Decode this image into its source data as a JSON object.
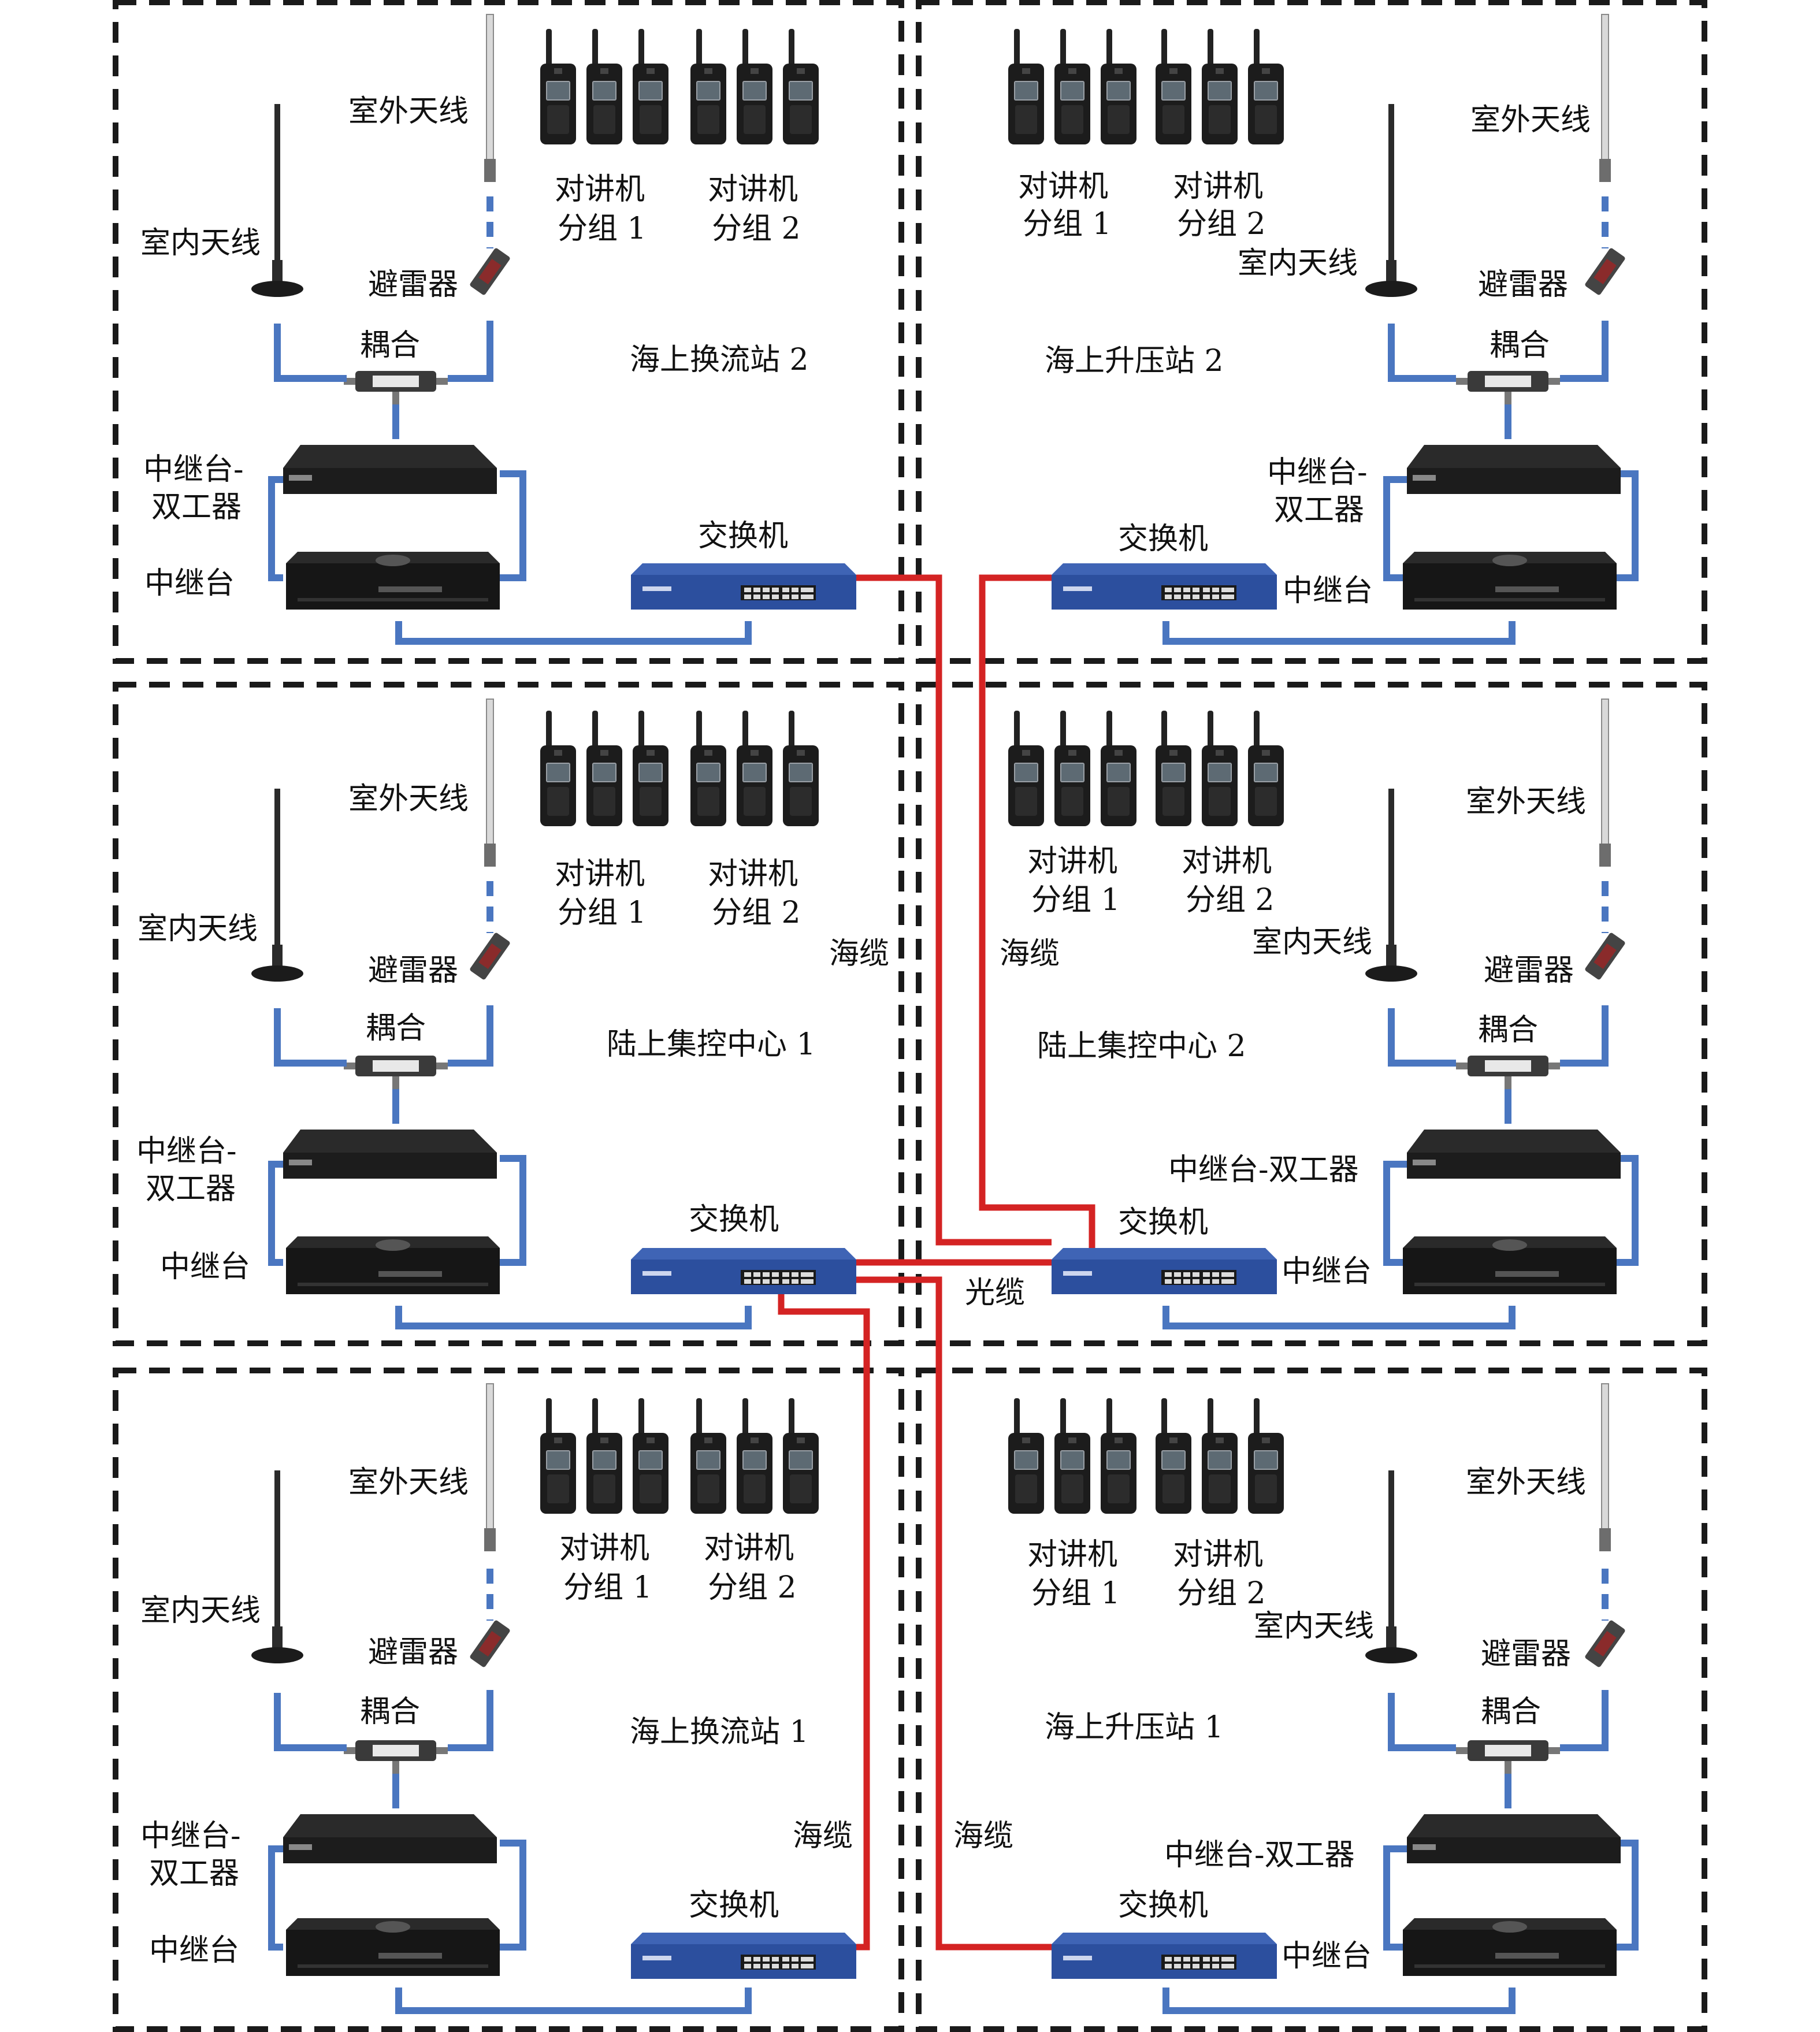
{
  "stations": {
    "s1": {
      "name": "海上换流站 2",
      "outdoor_antenna": "室外天线",
      "indoor_antenna": "室内天线",
      "arrester": "避雷器",
      "coupler": "耦合",
      "duplexer": "中继台-",
      "duplexer2": "双工器",
      "repeater": "中继台",
      "switch": "交换机",
      "radio1a": "对讲机",
      "radio1b": "分组 1",
      "radio2a": "对讲机",
      "radio2b": "分组 2"
    },
    "s2": {
      "name": "海上升压站 2",
      "outdoor_antenna": "室外天线",
      "indoor_antenna": "室内天线",
      "arrester": "避雷器",
      "coupler": "耦合",
      "duplexer": "中继台-",
      "duplexer2": "双工器",
      "repeater": "中继台",
      "switch": "交换机",
      "radio1a": "对讲机",
      "radio1b": "分组 1",
      "radio2a": "对讲机",
      "radio2b": "分组 2"
    },
    "s3": {
      "name": "陆上集控中心 1",
      "outdoor_antenna": "室外天线",
      "indoor_antenna": "室内天线",
      "arrester": "避雷器",
      "coupler": "耦合",
      "duplexer": "中继台-",
      "duplexer2": "双工器",
      "repeater": "中继台",
      "switch": "交换机",
      "radio1a": "对讲机",
      "radio1b": "分组 1",
      "radio2a": "对讲机",
      "radio2b": "分组 2"
    },
    "s4": {
      "name": "陆上集控中心 2",
      "outdoor_antenna": "室外天线",
      "indoor_antenna": "室内天线",
      "arrester": "避雷器",
      "coupler": "耦合",
      "duplexer": "中继台-双工器",
      "repeater": "中继台",
      "switch": "交换机",
      "radio1a": "对讲机",
      "radio1b": "分组 1",
      "radio2a": "对讲机",
      "radio2b": "分组 2"
    },
    "s5": {
      "name": "海上换流站 1",
      "outdoor_antenna": "室外天线",
      "indoor_antenna": "室内天线",
      "arrester": "避雷器",
      "coupler": "耦合",
      "duplexer": "中继台-",
      "duplexer2": "双工器",
      "repeater": "中继台",
      "switch": "交换机",
      "radio1a": "对讲机",
      "radio1b": "分组 1",
      "radio2a": "对讲机",
      "radio2b": "分组 2"
    },
    "s6": {
      "name": "海上升压站 1",
      "outdoor_antenna": "室外天线",
      "indoor_antenna": "室内天线",
      "arrester": "避雷器",
      "coupler": "耦合",
      "duplexer": "中继台-双工器",
      "repeater": "中继台",
      "switch": "交换机",
      "radio1a": "对讲机",
      "radio1b": "分组 1",
      "radio2a": "对讲机",
      "radio2b": "分组 2"
    }
  },
  "links": {
    "sea_cable_1": "海缆",
    "sea_cable_2": "海缆",
    "sea_cable_3": "海缆",
    "sea_cable_4": "海缆",
    "fiber": "光缆"
  },
  "colors": {
    "border": "#1a1a1a",
    "rf_link": "#4a76c0",
    "cable": "#d42323",
    "switch": "#2c4f9e",
    "device": "#1d1d1d"
  }
}
